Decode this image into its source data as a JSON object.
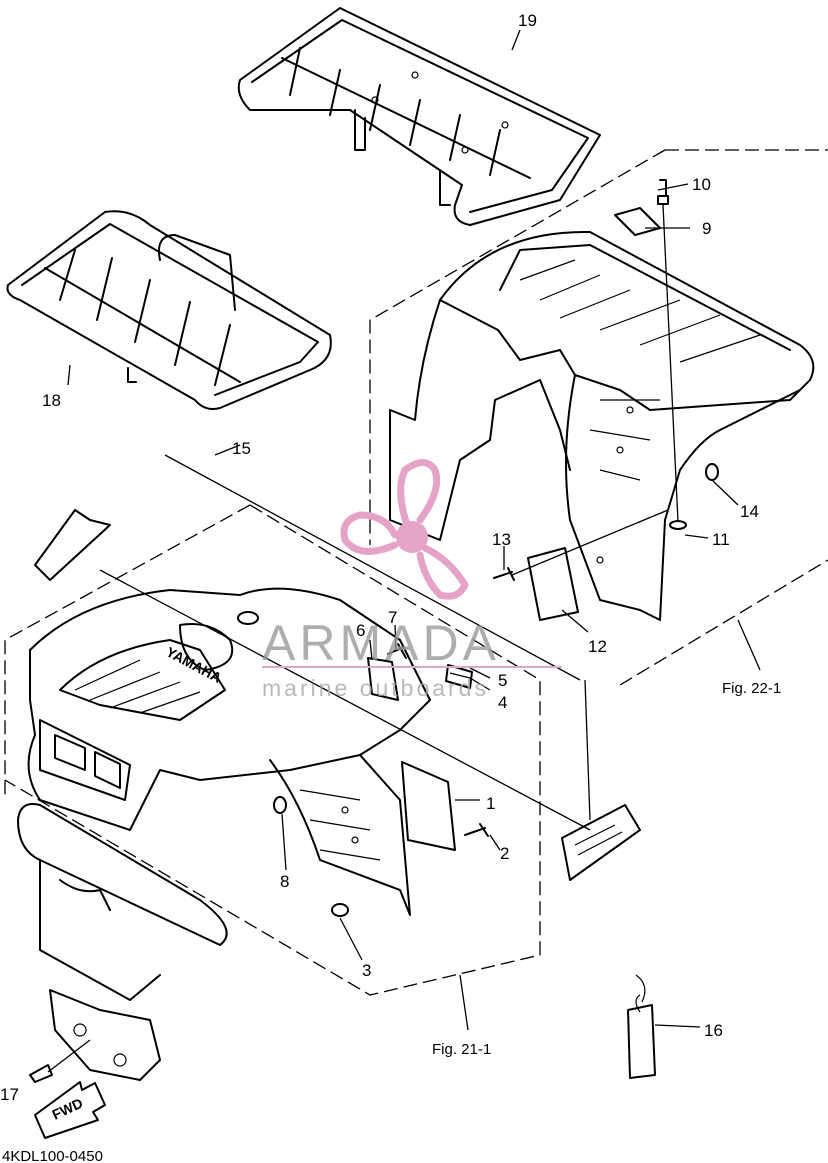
{
  "callouts": [
    "1",
    "2",
    "3",
    "4",
    "5",
    "6",
    "7",
    "8",
    "9",
    "10",
    "11",
    "12",
    "13",
    "14",
    "15",
    "16",
    "17",
    "18",
    "19"
  ],
  "figure_refs": {
    "front": "Fig. 21-1",
    "rear": "Fig. 22-1"
  },
  "diagram_code": "4KDL100-0450",
  "fender_text": "YAMAHA",
  "arrow_text": "FWD",
  "watermark": {
    "brand": "ARMADA",
    "tagline": "marine outboards",
    "color": "#e6a3c8"
  }
}
